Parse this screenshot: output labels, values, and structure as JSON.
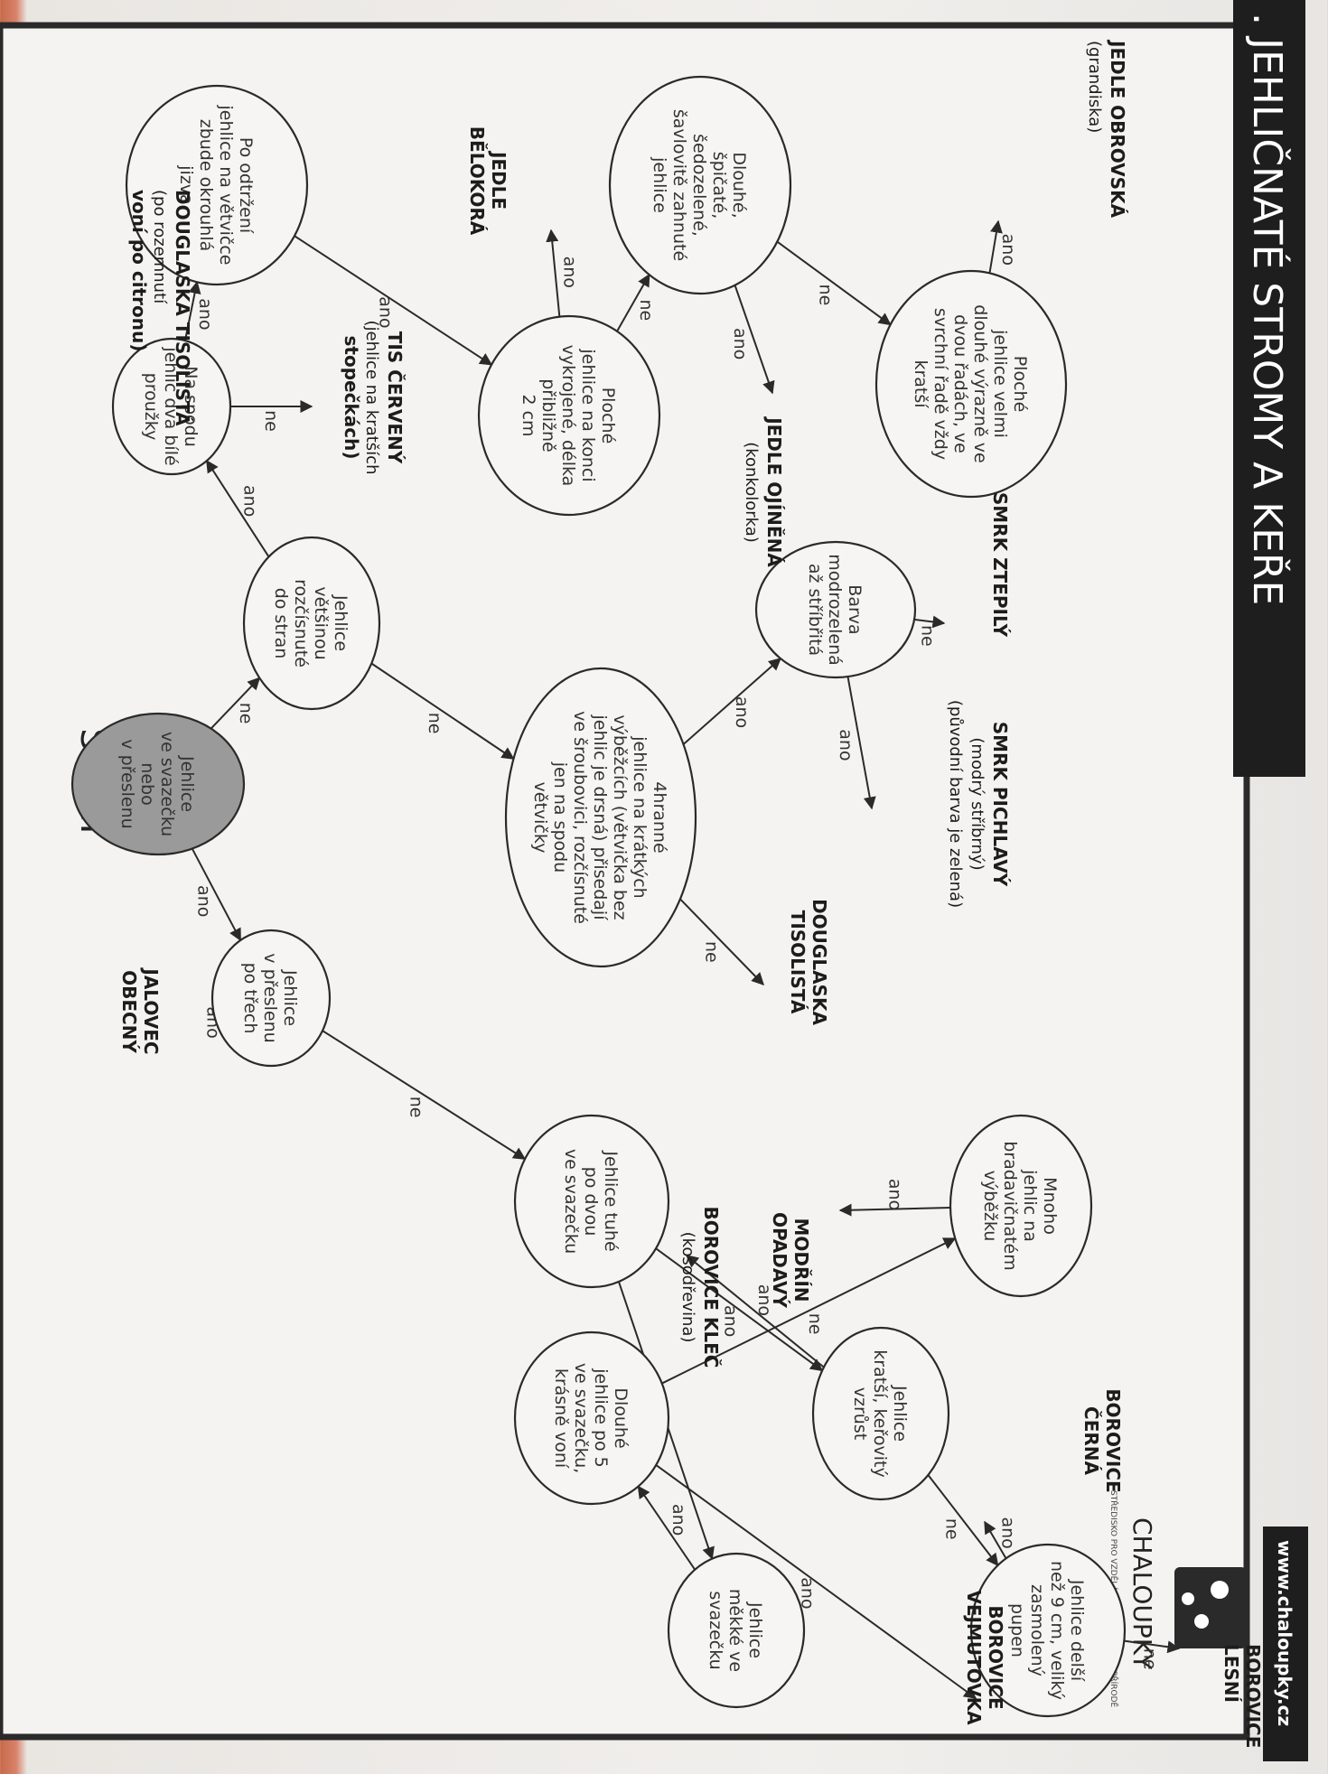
{
  "title": ". JEHLIČNATÉ STROMY A KEŘE",
  "start_label": "START",
  "url": "www.chaloupky.cz",
  "logo": {
    "name": "CHALOUPKY",
    "tagline": "STŘEDISKO PRO VZDĚLÁVÁNÍ A VÝCHOVU V PŘÍRODĚ"
  },
  "labels": {
    "yes": "ano",
    "no": "ne"
  },
  "questions": [
    {
      "id": "q_start",
      "lines": [
        "Jehlice",
        "ve svazečku",
        "nebo",
        "v přeslenu"
      ],
      "start": true
    },
    {
      "id": "q_preslen3",
      "lines": [
        "Jehlice",
        "v přeslenu",
        "po třech"
      ]
    },
    {
      "id": "q_dvou",
      "lines": [
        "Jehlice tuhé",
        "po dvou",
        "ve svazečku"
      ]
    },
    {
      "id": "q_mekke",
      "lines": [
        "Jehlice",
        "měkké ve",
        "svazečku"
      ]
    },
    {
      "id": "q_delsi9",
      "lines": [
        "Jehlice delší",
        "než 9 cm, veliký",
        "zasmolený",
        "pupen"
      ]
    },
    {
      "id": "q_kratsi",
      "lines": [
        "Jehlice",
        "kratší, keřovitý",
        "vzrůst"
      ]
    },
    {
      "id": "q_po5",
      "lines": [
        "Dlouhé",
        "jehlice po 5",
        "ve svazečku,",
        "krásně voní"
      ]
    },
    {
      "id": "q_bradav",
      "lines": [
        "Mnoho",
        "jehlic na",
        "bradavičnatém",
        "výběžku"
      ]
    },
    {
      "id": "q_rozcis",
      "lines": [
        "Jehlice",
        "většinou",
        "rozčísnuté",
        "do stran"
      ]
    },
    {
      "id": "q_4hran",
      "lines": [
        "4hranné",
        "jehlice na krátkých",
        "výběžcích (větvička bez",
        "jehlic je drsná) přisedají",
        "ve šroubovici, rozčísnuté",
        "jen na spodu",
        "větvičky"
      ]
    },
    {
      "id": "q_barva",
      "lines": [
        "Barva",
        "modrozelená",
        "až stříbřitá"
      ]
    },
    {
      "id": "q_prouzky",
      "lines": [
        "Na spodu",
        "jehlic dva bílé",
        "proužky"
      ]
    },
    {
      "id": "q_ploche2",
      "lines": [
        "Ploché",
        "jehlice na konci",
        "vykrojené, délka",
        "přibližně",
        "2 cm"
      ]
    },
    {
      "id": "q_odtrzeni",
      "lines": [
        "Po odtržení",
        "jehlice na větvičce",
        "zbude okrouhlá",
        "jizva"
      ]
    },
    {
      "id": "q_dlouhe",
      "lines": [
        "Dlouhé,",
        "špičaté,",
        "šedozelené,",
        "šavlovitě zahnuté",
        "jehlice"
      ]
    },
    {
      "id": "q_ploche_rady",
      "lines": [
        "Ploché",
        "jehlice velmi",
        "dlouhé výrazně ve",
        "dvou řadách, ve",
        "svrchní řadě vždy",
        "kratší"
      ]
    }
  ],
  "results": [
    {
      "id": "r_jalovec",
      "lines": [
        "JALOVEC",
        "OBECNÝ"
      ]
    },
    {
      "id": "r_modrin",
      "lines": [
        "MODŘÍN",
        "OPADAVÝ"
      ]
    },
    {
      "id": "r_kosodrevina",
      "lines": [
        "BOROVICE KLEČ",
        "(kosodřevina)"
      ]
    },
    {
      "id": "r_cerna",
      "lines": [
        "BOROVICE",
        "ČERNÁ"
      ]
    },
    {
      "id": "r_lesni",
      "lines": [
        "BOROVICE",
        "LESNÍ"
      ]
    },
    {
      "id": "r_vejmutovka",
      "lines": [
        "BOROVICE",
        "VEJMUTOVKA"
      ]
    },
    {
      "id": "r_douglaska1",
      "lines": [
        "DOUGLASKA",
        "TISOLISTÁ"
      ]
    },
    {
      "id": "r_ztepily",
      "lines": [
        "SMRK ZTEPILÝ"
      ]
    },
    {
      "id": "r_pichlavy",
      "lines": [
        "SMRK PICHLAVÝ",
        "(modrý stříbrný)",
        "(původní barva je zelená)"
      ]
    },
    {
      "id": "r_tis",
      "lines": [
        "TIS ČERVENÝ",
        "(jehlice na kratších",
        "stopečkách)"
      ]
    },
    {
      "id": "r_douglaska2",
      "lines": [
        "DOUGLASKA TISOLISTÁ",
        "(po rozemnutí",
        "voní po citronu)"
      ]
    },
    {
      "id": "r_belokora",
      "lines": [
        "JEDLE",
        "BĚLOKORÁ"
      ]
    },
    {
      "id": "r_ojinena",
      "lines": [
        "JEDLE OJÍNĚNÁ",
        "(konkolorka)"
      ]
    },
    {
      "id": "r_obrovska",
      "lines": [
        "JEDLE OBROVSKÁ",
        "(grandiska)"
      ]
    }
  ],
  "edges": [
    {
      "from": "q_start",
      "to": "q_preslen3",
      "answer": "yes"
    },
    {
      "from": "q_start",
      "to": "q_rozcis",
      "answer": "no"
    },
    {
      "from": "q_preslen3",
      "to": "r_jalovec",
      "answer": "yes"
    },
    {
      "from": "q_preslen3",
      "to": "q_dvou",
      "answer": "no"
    },
    {
      "from": "q_dvou",
      "to": "q_kratsi",
      "answer": "yes"
    },
    {
      "from": "q_dvou",
      "to": "q_mekke",
      "answer": "no"
    },
    {
      "from": "q_kratsi",
      "to": "r_kosodrevina",
      "answer": "yes"
    },
    {
      "from": "q_kratsi",
      "to": "q_delsi9",
      "answer": "no"
    },
    {
      "from": "q_delsi9",
      "to": "r_cerna",
      "answer": "yes"
    },
    {
      "from": "q_delsi9",
      "to": "r_lesni",
      "answer": "no"
    },
    {
      "from": "q_mekke",
      "to": "q_po5",
      "answer": "yes"
    },
    {
      "from": "q_po5",
      "to": "r_vejmutovka",
      "answer": "yes"
    },
    {
      "from": "q_po5",
      "to": "q_bradav",
      "answer": "no"
    },
    {
      "from": "q_bradav",
      "to": "r_modrin",
      "answer": "yes"
    },
    {
      "from": "q_rozcis",
      "to": "q_4hran",
      "answer": "no"
    },
    {
      "from": "q_rozcis",
      "to": "q_prouzky",
      "answer": "yes"
    },
    {
      "from": "q_4hran",
      "to": "r_douglaska1",
      "answer": "no"
    },
    {
      "from": "q_4hran",
      "to": "q_barva",
      "answer": "yes"
    },
    {
      "from": "q_barva",
      "to": "r_pichlavy",
      "answer": "yes"
    },
    {
      "from": "q_barva",
      "to": "r_ztepily",
      "answer": "no"
    },
    {
      "from": "q_prouzky",
      "to": "r_tis",
      "answer": "no"
    },
    {
      "from": "q_prouzky",
      "to": "q_odtrzeni",
      "answer": "yes"
    },
    {
      "from": "q_odtrzeni",
      "to": "r_douglaska2",
      "answer": "no"
    },
    {
      "from": "q_odtrzeni",
      "to": "q_ploche2",
      "answer": "yes"
    },
    {
      "from": "q_ploche2",
      "to": "r_belokora",
      "answer": "yes"
    },
    {
      "from": "q_ploche2",
      "to": "q_dlouhe",
      "answer": "no"
    },
    {
      "from": "q_dlouhe",
      "to": "r_ojinena",
      "answer": "yes"
    },
    {
      "from": "q_dlouhe",
      "to": "q_ploche_rady",
      "answer": "no"
    },
    {
      "from": "q_ploche_rady",
      "to": "r_obrovska",
      "answer": "yes"
    }
  ]
}
